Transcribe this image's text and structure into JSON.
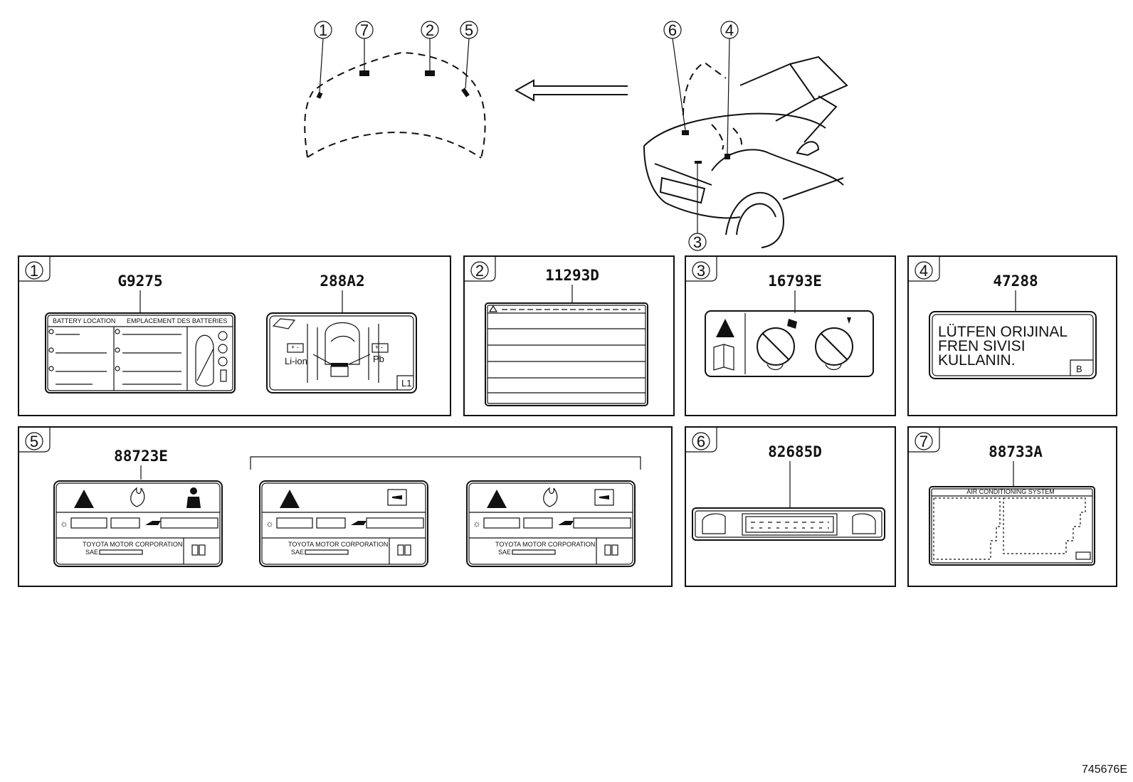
{
  "callouts": {
    "c1": "1",
    "c2": "2",
    "c3": "3",
    "c4": "4",
    "c5": "5",
    "c6": "6",
    "c7": "7"
  },
  "panels": {
    "p1": {
      "num": "1",
      "part_a": "G9275",
      "part_b": "288A2",
      "label_a_title_left": "BATTERY LOCATION",
      "label_a_title_right": "EMPLACEMENT DES BATTERIES",
      "label_b_left": "Li-ion",
      "label_b_right": "Pb",
      "label_b_code": "L1"
    },
    "p2": {
      "num": "2",
      "part": "11293D"
    },
    "p3": {
      "num": "3",
      "part": "16793E"
    },
    "p4": {
      "num": "4",
      "part": "47288",
      "line1": "LÜTFEN ORIJINAL",
      "line2": "FREN SIVISI",
      "line3": "KULLANIN.",
      "code": "B"
    },
    "p5": {
      "num": "5",
      "part": "88723E",
      "maker_a": "TOYOTA MOTOR CORPORATION",
      "maker_b": "TOYOTA MOTOR CORPORATION",
      "maker_c": "TOYOTA MOTOR CORPORATION",
      "sae": "SAE"
    },
    "p6": {
      "num": "6",
      "part": "82685D"
    },
    "p7": {
      "num": "7",
      "part": "88733A",
      "title": "AIR CONDITIONING SYSTEM"
    }
  },
  "figure_number": "745676E"
}
